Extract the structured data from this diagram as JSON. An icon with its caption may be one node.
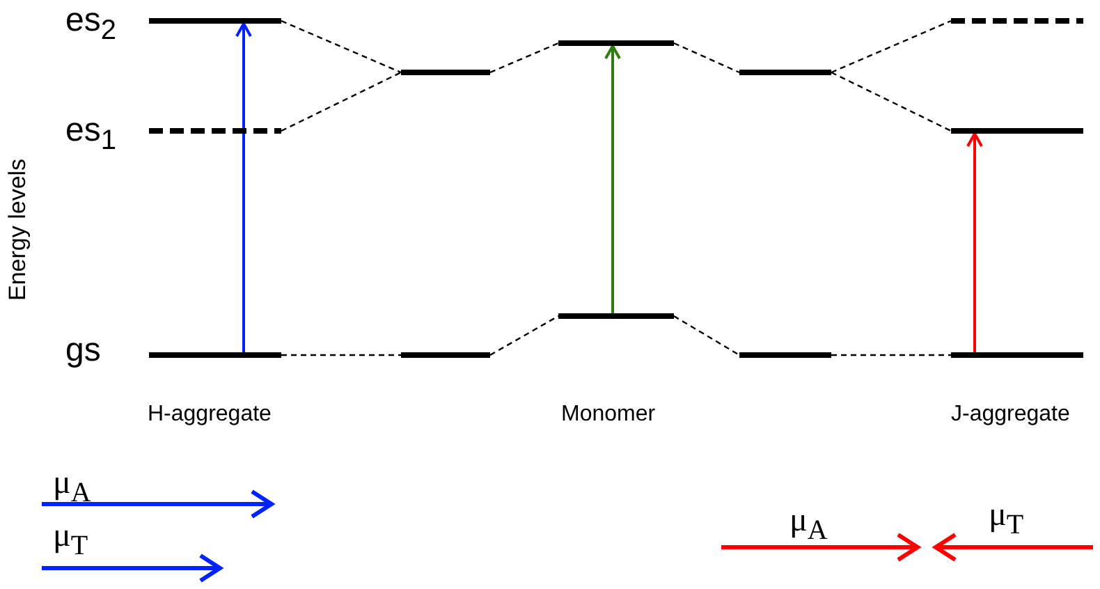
{
  "diagram": {
    "nodes": [
      {
        "text": [],
        "shape": "bar"
      },
      {
        "text": [],
        "shape": "bar"
      },
      {
        "text": [],
        "shape": "bar"
      },
      {
        "text": [],
        "shape": "bar"
      },
      {
        "text": [],
        "shape": "bar"
      },
      {
        "text": [],
        "shape": "bar"
      },
      {
        "text": [],
        "shape": "bar"
      },
      {
        "text": [],
        "shape": "bar"
      },
      {
        "text": [],
        "shape": "bar"
      },
      {
        "text": [],
        "shape": "bar"
      },
      {
        "text": [],
        "shape": "bar"
      },
      {
        "text": [],
        "shape": "bar"
      }
    ],
    "edges": [
      {
        "from": 0,
        "to": 3,
        "arrow": "none",
        "style": "dashed"
      },
      {
        "from": 1,
        "to": 3,
        "arrow": "none",
        "style": "dashed"
      },
      {
        "from": 2,
        "to": 4,
        "arrow": "none",
        "style": "dashed"
      },
      {
        "from": 3,
        "to": 5,
        "arrow": "none",
        "style": "dashed"
      },
      {
        "from": 4,
        "to": 6,
        "arrow": "none",
        "style": "dashed"
      },
      {
        "from": 5,
        "to": 7,
        "arrow": "none",
        "style": "dashed"
      },
      {
        "from": 6,
        "to": 8,
        "arrow": "none",
        "style": "dashed"
      },
      {
        "from": 7,
        "to": 9,
        "arrow": "none",
        "style": "dashed"
      },
      {
        "from": 7,
        "to": 10,
        "arrow": "none",
        "style": "dashed"
      },
      {
        "from": 8,
        "to": 11,
        "arrow": "none",
        "style": "dashed"
      },
      {
        "from": 2,
        "to": 0,
        "arrow": "to",
        "color": "#0022ff"
      },
      {
        "from": 6,
        "to": 5,
        "arrow": "to",
        "color": "#2e7d12"
      },
      {
        "from": 11,
        "to": 10,
        "arrow": "to",
        "color": "#ff0000"
      }
    ],
    "labels": [
      "es$_{2}$",
      "es$_{1}$",
      "Energy levels",
      "gs",
      "H-aggregate",
      "Monomer",
      "J-aggregate",
      "μ$_{A}$",
      "μ$_{T}$",
      "μ$_{A}$",
      "μ$_{T}$"
    ]
  }
}
